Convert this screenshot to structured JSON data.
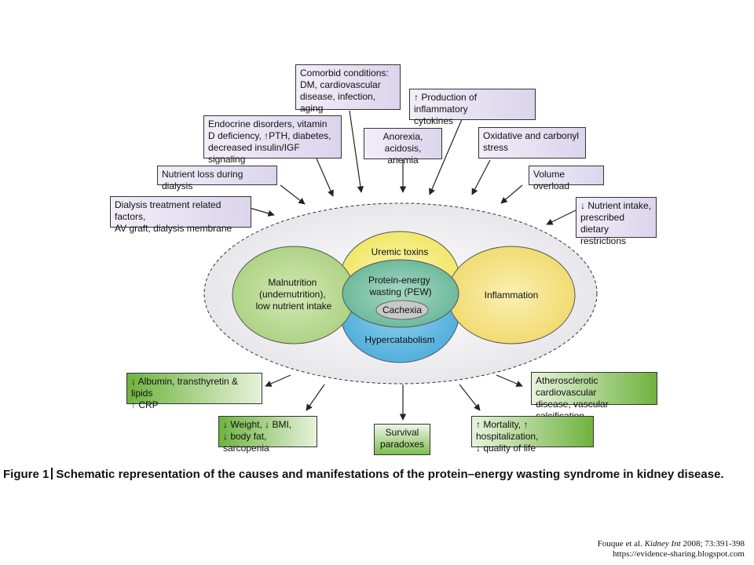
{
  "causes": [
    {
      "id": "comorbid",
      "lines": [
        "Comorbid conditions:",
        "DM, cardiovascular",
        "disease, infection, aging"
      ]
    },
    {
      "id": "cytokines",
      "lines": [
        "↑ Production of inflammatory",
        "cytokines"
      ]
    },
    {
      "id": "endocrine",
      "lines": [
        "Endocrine disorders, vitamin",
        "D deficiency,  ↑PTH, diabetes,",
        "decreased insulin/IGF signaling"
      ]
    },
    {
      "id": "anorexia",
      "lines": [
        "Anorexia,",
        "acidosis, anemia"
      ]
    },
    {
      "id": "oxidative",
      "lines": [
        "Oxidative and carbonyl",
        "stress"
      ]
    },
    {
      "id": "nutrient-loss",
      "lines": [
        "Nutrient loss during dialysis"
      ]
    },
    {
      "id": "volume",
      "lines": [
        "Volume overload"
      ]
    },
    {
      "id": "dialysis-factors",
      "lines": [
        "Dialysis treatment related factors,",
        "AV graft, dialysis membrane"
      ]
    },
    {
      "id": "nutrient-intake",
      "lines": [
        "↓ Nutrient intake,",
        "prescribed dietary",
        "restrictions"
      ]
    }
  ],
  "center": {
    "malnutrition": [
      "Malnutrition",
      "(undernutrition),",
      "low nutrient intake"
    ],
    "uremic": "Uremic toxins",
    "pew": [
      "Protein-energy",
      "wasting (PEW)"
    ],
    "cachexia": "Cachexia",
    "hypercatabolism": "Hypercatabolism",
    "inflammation": "Inflammation"
  },
  "effects": [
    {
      "id": "albumin",
      "lines": [
        "↓ Albumin, transthyretin & lipids",
        "↑ CRP"
      ]
    },
    {
      "id": "atherosclerotic",
      "lines": [
        "Atherosclerotic cardiovascular",
        "disease, vascular calcification"
      ]
    },
    {
      "id": "weight",
      "lines": [
        "↓ Weight, ↓ BMI,",
        "↓ body fat, sarcopenia"
      ]
    },
    {
      "id": "survival",
      "lines": [
        "Survival",
        "paradoxes"
      ]
    },
    {
      "id": "mortality",
      "lines": [
        "↑ Mortality, ↑ hospitalization,",
        "↓ quality of life"
      ]
    }
  ],
  "caption": {
    "label": "Figure 1",
    "text": "Schematic representation of the causes and manifestations of the protein–energy wasting syndrome in kidney disease."
  },
  "source": {
    "authors": "Fouque et al. ",
    "journal": "Kidney Int",
    "citation": " 2008; 73:391-398",
    "url": "https://evidence-sharing.blogspot.com"
  },
  "colors": {
    "cause_box": "#e4def0",
    "effect_box": "#6fb33f",
    "malnutrition": "#b9d98f",
    "uremic": "#f2ea6c",
    "inflammation": "#f4e27a",
    "hypercatabolism": "#5bb6e2",
    "pew": "#7ec3a8",
    "cachexia": "#c8c8c8"
  }
}
